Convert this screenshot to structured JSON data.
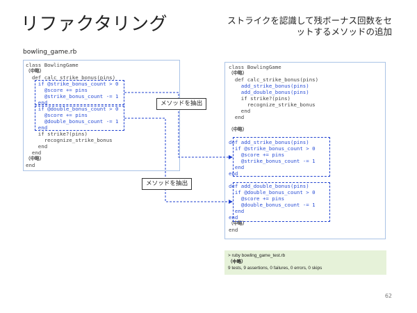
{
  "slide": {
    "title": "リファクタリング",
    "subtitle": "ストライクを認識して残ボーナス回数をセットするメソッドの追加",
    "filename": "bowling_game.rb",
    "page_number": "62"
  },
  "left_code": [
    "class BowlingGame",
    "（中略）",
    "  def calc_strike_bonus(pins)",
    "    if @strike_bonus_count > 0",
    "      @score += pins",
    "      @strike_bonus_count -= 1",
    "    end",
    "    if @double_bonus_count > 0",
    "      @score += pins",
    "      @double_bonus_count -= 1",
    "    end",
    "    if strike?(pins)",
    "      recognize_strike_bonus",
    "    end",
    "  end",
    "（中略）",
    "end"
  ],
  "right_code": [
    "class BowlingGame",
    "（中略）",
    "  def calc_strike_bonus(pins)",
    "    add_strike_bonus(pins)",
    "    add_double_bonus(pins)",
    "    if strike?(pins)",
    "      recognize_strike_bonus",
    "    end",
    "  end",
    "",
    "（中略）",
    "",
    "def add_strike_bonus(pins)",
    "  if @strike_bonus_count > 0",
    "    @score += pins",
    "    @strike_bonus_count -= 1",
    "  end",
    "end",
    "",
    "def add_double_bonus(pins)",
    "  if @double_bonus_count > 0",
    "    @score += pins",
    "    @double_bonus_count -= 1",
    "  end",
    "end",
    "（中略）",
    "end"
  ],
  "callouts": {
    "extract_1": "メソッドを抽出",
    "extract_2": "メソッドを抽出"
  },
  "terminal": {
    "command": "> ruby bowling_game_test.rb",
    "omitted": "（中略）",
    "result": "9 tests, 9 assertions, 0 failures, 0 errors, 0 skips"
  },
  "colors": {
    "highlight_code": "#2b4fd6",
    "dashed_box": "#1d3fcf",
    "code_border": "#aac3e6",
    "terminal_bg": "#e6f2d9"
  }
}
